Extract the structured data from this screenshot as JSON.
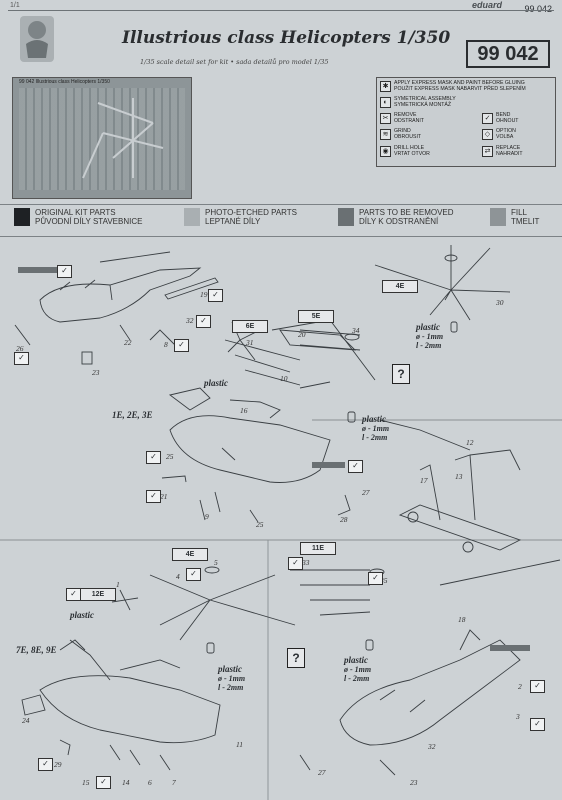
{
  "header": {
    "page_number": "1/1",
    "brand": "eduard",
    "kit_number_small": "99 042",
    "title": "Illustrious class Helicopters 1/350",
    "kit_number": "99 042",
    "subtitle": "1/35 scale detail set for kit • sada detailů pro model 1/35"
  },
  "fret": {
    "label": "99 042  Illustrious class Helicopters 1/350"
  },
  "legend": [
    {
      "icon": "star-icon",
      "glyph": "✱",
      "text": "APPLY EXPRESS MASK AND PAINT BEFORE GLUING\nPOUŽIT EXPRESS MASK NABARVIT PŘED SLEPENÍM"
    },
    {
      "icon": "symmetry-icon",
      "glyph": "◐",
      "text": "SYMETRICAL ASSEMBLY\nSYMETRICKÁ MONTÁŽ"
    },
    {
      "icon": "remove-icon",
      "glyph": "✂",
      "text": "REMOVE\nODSTRANIT"
    },
    {
      "icon": "bend-icon",
      "glyph": "✓",
      "text": "BEND\nOHNOUT"
    },
    {
      "icon": "grind-icon",
      "glyph": "≋",
      "text": "GRIND\nOBROUSIT"
    },
    {
      "icon": "option-icon",
      "glyph": "◇",
      "text": "OPTION\nVOLBA"
    },
    {
      "icon": "drill-icon",
      "glyph": "◉",
      "text": "DRILL HOLE\nVRTAT OTVOR"
    },
    {
      "icon": "replace-icon",
      "glyph": "⇄",
      "text": "REPLACE\nNAHRADIT"
    }
  ],
  "color_key": [
    {
      "line1": "ORIGINAL KIT PARTS",
      "line2": "PŮVODNÍ DÍLY STAVEBNICE",
      "color": "#1e2124"
    },
    {
      "line1": "PHOTO-ETCHED PARTS",
      "line2": "LEPTANÉ DÍLY",
      "color": "#a9afb2"
    },
    {
      "line1": "PARTS TO BE REMOVED",
      "line2": "DÍLY K ODSTRANĚNÍ",
      "color": "#6a7073"
    },
    {
      "line1": "FILL",
      "line2": "TMELIT",
      "color": "#8e9497"
    }
  ],
  "steps": [
    {
      "id": "6E",
      "label": "6E"
    },
    {
      "id": "5E",
      "label": "5E"
    },
    {
      "id": "4E-top",
      "label": "4E"
    },
    {
      "id": "4E-mid",
      "label": "4E"
    },
    {
      "id": "11E",
      "label": "11E"
    },
    {
      "id": "12E",
      "label": "12E"
    }
  ],
  "variants": {
    "top": "1E, 2E, 3E",
    "bottom": "7E, 8E, 9E"
  },
  "plastic_notes": {
    "word": "plastic",
    "dia": "ø - 1mm",
    "len": "l - 2mm"
  },
  "part_numbers": [
    "19",
    "32",
    "26",
    "22",
    "8",
    "23",
    "31",
    "10",
    "20",
    "34",
    "30",
    "16",
    "25",
    "21",
    "9",
    "25",
    "28",
    "27",
    "12",
    "17",
    "13",
    "5",
    "4",
    "35",
    "33",
    "1",
    "18",
    "11",
    "24",
    "29",
    "15",
    "14",
    "6",
    "7",
    "2",
    "3",
    "32",
    "27",
    "23"
  ],
  "question_mark": "?"
}
